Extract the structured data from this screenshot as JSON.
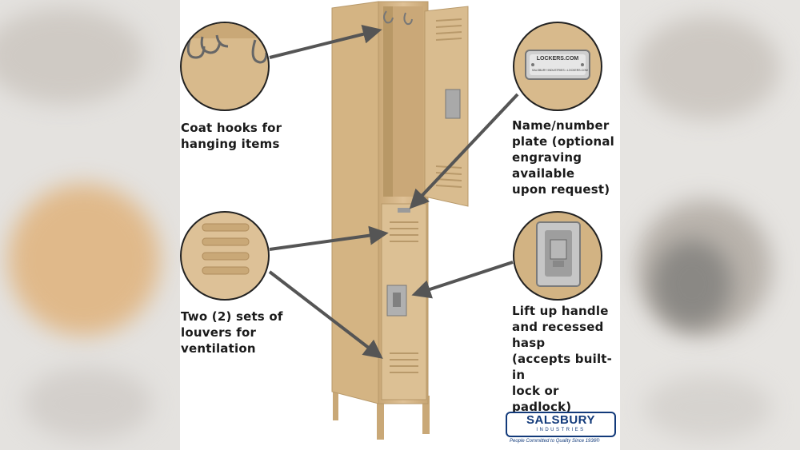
{
  "captions": {
    "coat_hooks": "Coat hooks for\nhanging items",
    "name_plate": "Name/number\nplate (optional\nengraving available\nupon request)",
    "louvers": "Two (2) sets of\nlouvers for\nventilation",
    "handle": "Lift up handle\nand recessed hasp\n(accepts built-in\nlock or padlock)"
  },
  "name_plate_text": {
    "brand_url": "LOCKERS.COM",
    "maker": "SALSBURY INDUSTRIES",
    "maker_url": "LOCKERS.COM"
  },
  "logo": {
    "name": "SALSBURY",
    "sub": "INDUSTRIES",
    "tagline": "People Committed to Quality Since 1936®"
  },
  "colors": {
    "locker_tan": "#d8b98a",
    "locker_shadow": "#b89a6a",
    "brand_blue": "#123a7a",
    "arrow": "#555555"
  }
}
